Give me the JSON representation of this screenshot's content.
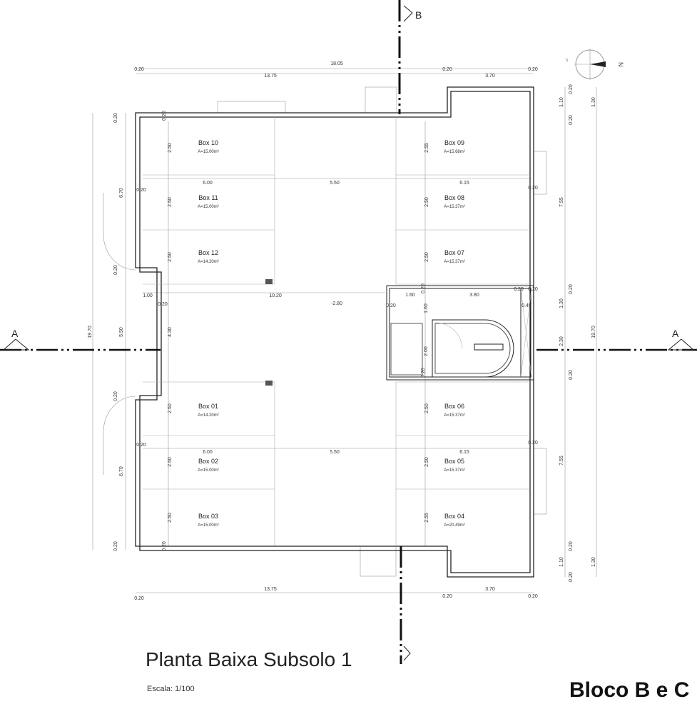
{
  "title": "Planta Baixa Subsolo 1",
  "scale": "Escala: 1/100",
  "block": "Bloco B e C",
  "sections": {
    "a_left": "A",
    "a_right": "A",
    "b_top": "B"
  },
  "compass": {
    "north": "N",
    "south": "S"
  },
  "boxes": [
    {
      "name": "Box 10",
      "area": "A=15.00m²"
    },
    {
      "name": "Box 11",
      "area": "A=15.00m²"
    },
    {
      "name": "Box 12",
      "area": "A=14.20m²"
    },
    {
      "name": "Box 01",
      "area": "A=14.20m²"
    },
    {
      "name": "Box 02",
      "area": "A=15.00m²"
    },
    {
      "name": "Box 03",
      "area": "A=15.00m²"
    },
    {
      "name": "Box 09",
      "area": "A=15.68m²"
    },
    {
      "name": "Box 08",
      "area": "A=15.37m²"
    },
    {
      "name": "Box 07",
      "area": "A=15.37m²"
    },
    {
      "name": "Box 06",
      "area": "A=15.37m²"
    },
    {
      "name": "Box 05",
      "area": "A=15.37m²"
    },
    {
      "name": "Box 04",
      "area": "A=20.49m²"
    }
  ],
  "dimensions": [
    "18.05",
    "0.20",
    "13.75",
    "0.20",
    "3.70",
    "0.20",
    "13.75",
    "0.20",
    "0.20",
    "3.70",
    "0.20",
    "19.70",
    "6.70",
    "5.50",
    "6.70",
    "0.20",
    "0.20",
    "0.20",
    "0.20",
    "2.50",
    "2.50",
    "2.50",
    "2.50",
    "2.50",
    "2.50",
    "4.30",
    "0.20",
    "0.20",
    "0.20",
    "0.20",
    "0.20",
    "6.00",
    "5.50",
    "6.15",
    "6.00",
    "5.50",
    "6.15",
    "1.00",
    "10.20",
    "-2.80",
    "2.55",
    "2.50",
    "2.50",
    "2.50",
    "2.50",
    "2.55",
    "0.20",
    "0.20",
    "1.60",
    "3.80",
    "0.20",
    "0.20",
    "0.20",
    "0.45",
    "1.60",
    "2.00",
    "0.20",
    "0.20",
    "1.10",
    "0.20",
    "0.20",
    "1.30",
    "7.55",
    "0.20",
    "1.30",
    "2.30",
    "0.20",
    "19.70",
    "7.55",
    "0.20",
    "1.10",
    "1.30",
    "0.20"
  ]
}
